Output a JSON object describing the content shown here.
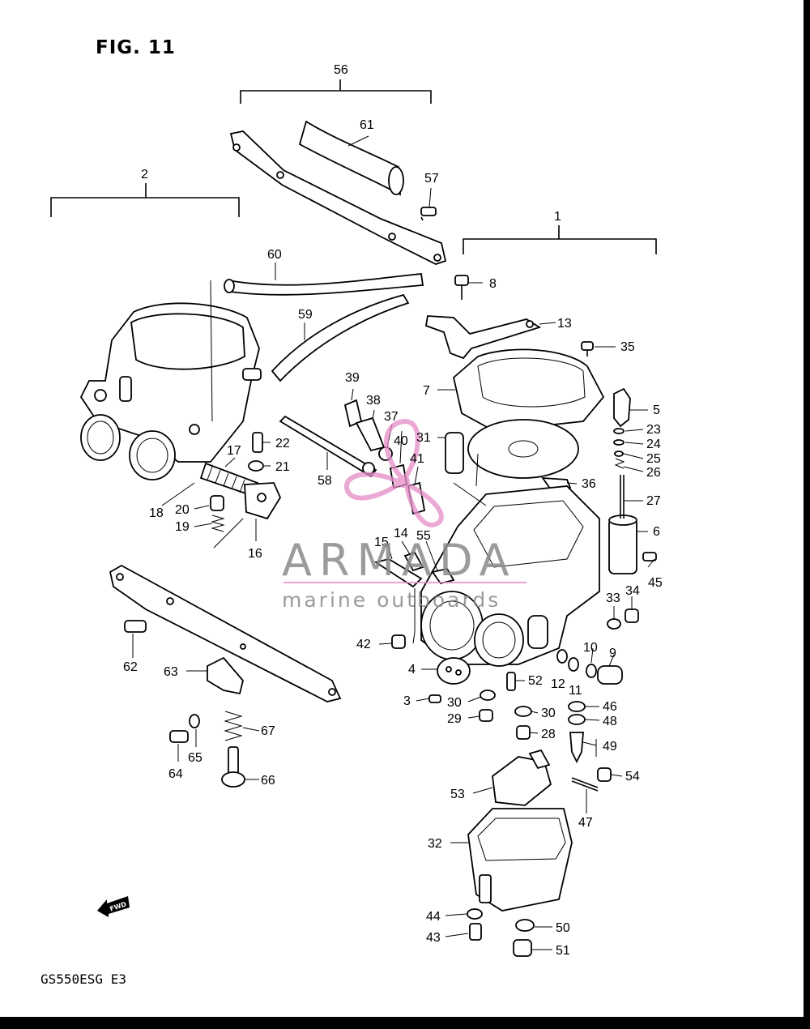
{
  "figure": {
    "title": "FIG. 11",
    "model": "GS550ESG  E3",
    "fwd_label": "FWD"
  },
  "watermark": {
    "brand": "ARMADA",
    "tagline": "marine outboards",
    "logo": "propeller-logo",
    "accent": "#e58cc8"
  },
  "group_labels": {
    "g1": "1",
    "g2": "2",
    "g56": "56"
  },
  "callouts": {
    "c3": "3",
    "c4": "4",
    "c5": "5",
    "c6": "6",
    "c7": "7",
    "c8": "8",
    "c9": "9",
    "c10": "10",
    "c11": "11",
    "c12": "12",
    "c13": "13",
    "c14": "14",
    "c15": "15",
    "c16": "16",
    "c17": "17",
    "c18": "18",
    "c19": "19",
    "c20": "20",
    "c21": "21",
    "c22": "22",
    "c23": "23",
    "c24": "24",
    "c25": "25",
    "c26": "26",
    "c27": "27",
    "c28": "28",
    "c29": "29",
    "c30a": "30",
    "c30b": "30",
    "c31": "31",
    "c32": "32",
    "c33": "33",
    "c34": "34",
    "c35": "35",
    "c36": "36",
    "c37": "37",
    "c38": "38",
    "c39": "39",
    "c40": "40",
    "c41": "41",
    "c42": "42",
    "c43": "43",
    "c44": "44",
    "c45": "45",
    "c46": "46",
    "c47": "47",
    "c48": "48",
    "c49": "49",
    "c50": "50",
    "c51": "51",
    "c52": "52",
    "c53": "53",
    "c54": "54",
    "c55": "55",
    "c57": "57",
    "c58": "58",
    "c59": "59",
    "c60": "60",
    "c61": "61",
    "c62": "62",
    "c63": "63",
    "c64": "64",
    "c65": "65",
    "c66": "66",
    "c67": "67"
  }
}
